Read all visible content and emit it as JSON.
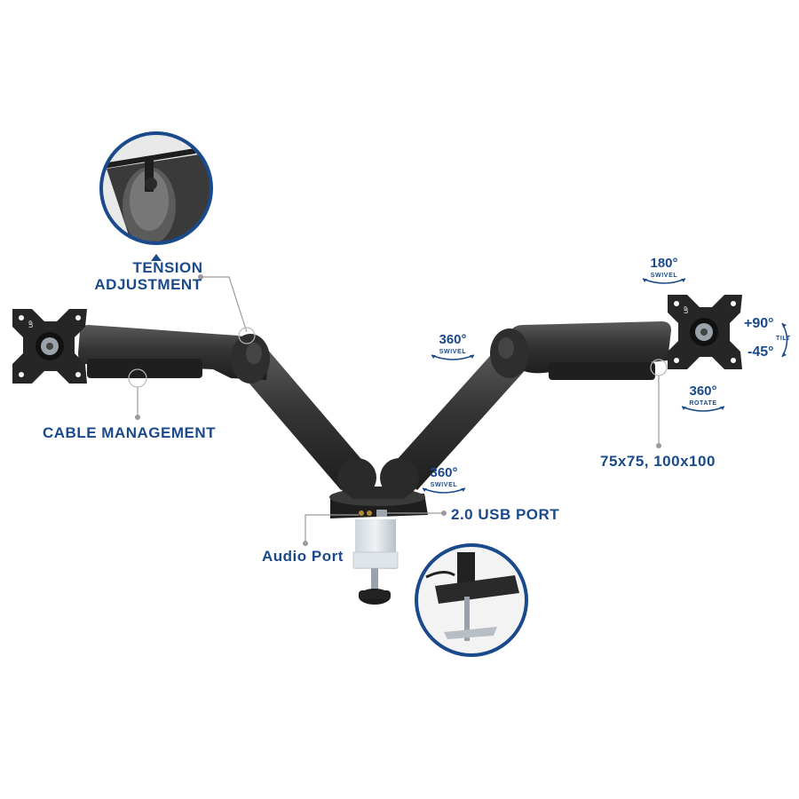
{
  "labels": {
    "tension_adjustment_line1": "TENSION",
    "tension_adjustment_line2": "ADJUSTMENT",
    "cable_management": "CABLE MANAGEMENT",
    "usb_port": "2.0 USB PORT",
    "audio_port": "Audio Port",
    "vesa": "75x75, 100x100",
    "left_arm_swivel_value": "360°",
    "left_arm_swivel_caption": "SWIVEL",
    "base_swivel_value": "360°",
    "base_swivel_caption": "SWIVEL",
    "head_swivel_value": "180°",
    "head_swivel_caption": "SWIVEL",
    "rotate_value": "360°",
    "rotate_caption": "ROTATE",
    "tilt_up": "+90°",
    "tilt_caption": "TILT",
    "tilt_down": "-45°",
    "vesa_plate_up_left": "UP",
    "vesa_plate_up_right": "UP"
  },
  "colors": {
    "accent": "#1a4a8c",
    "leader": "#9a9a9a",
    "mount_dark": "#2c2c2c",
    "mount_mid": "#4a4a4a"
  },
  "icons": {
    "tension_detail_inset": "tension-knob-closeup",
    "clamp_detail_inset": "desk-clamp-closeup"
  }
}
